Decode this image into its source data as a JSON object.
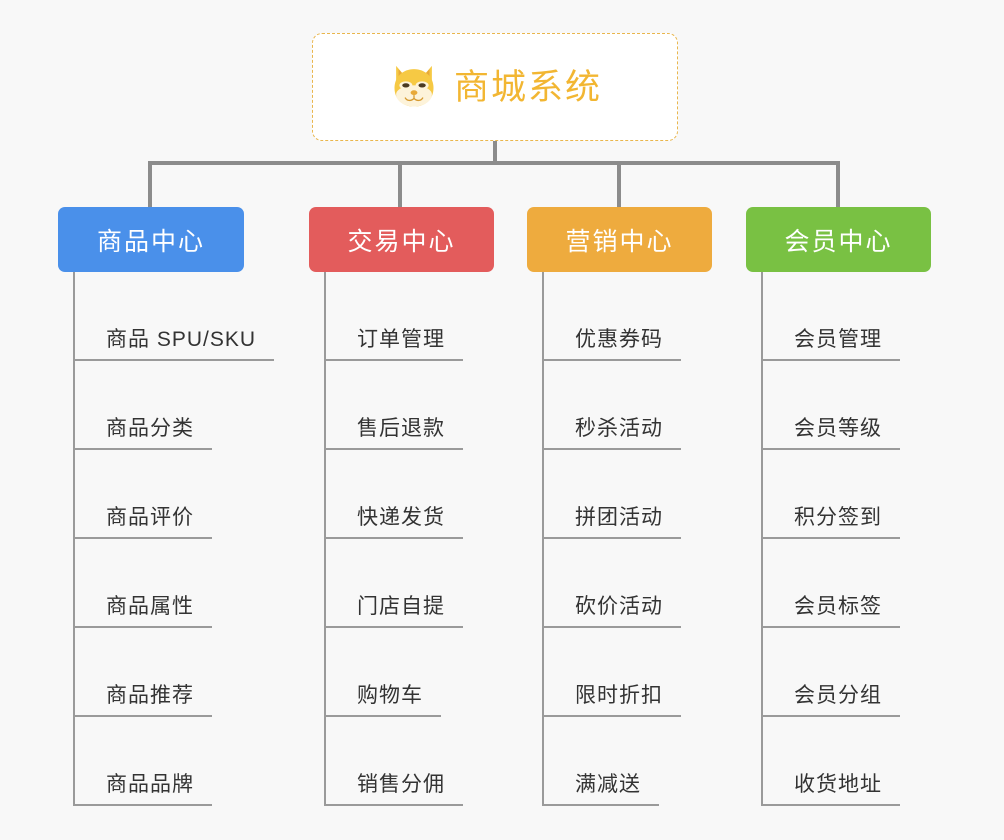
{
  "page": {
    "background_color": "#f8f8f8",
    "line_color": "#8c8c8c"
  },
  "root": {
    "title": "商城系统",
    "icon": "shiba-dog-icon",
    "text_color": "#f2b632",
    "border_color": "#e9b64d",
    "background_color": "#ffffff"
  },
  "categories": [
    {
      "label": "商品中心",
      "color": "#4a90ea",
      "items": [
        "商品 SPU/SKU",
        "商品分类",
        "商品评价",
        "商品属性",
        "商品推荐",
        "商品品牌"
      ]
    },
    {
      "label": "交易中心",
      "color": "#e35c5c",
      "items": [
        "订单管理",
        "售后退款",
        "快递发货",
        "门店自提",
        "购物车",
        "销售分佣"
      ]
    },
    {
      "label": "营销中心",
      "color": "#eeab3e",
      "items": [
        "优惠券码",
        "秒杀活动",
        "拼团活动",
        "砍价活动",
        "限时折扣",
        "满减送"
      ]
    },
    {
      "label": "会员中心",
      "color": "#79c143",
      "items": [
        "会员管理",
        "会员等级",
        "积分签到",
        "会员标签",
        "会员分组",
        "收货地址"
      ]
    }
  ]
}
